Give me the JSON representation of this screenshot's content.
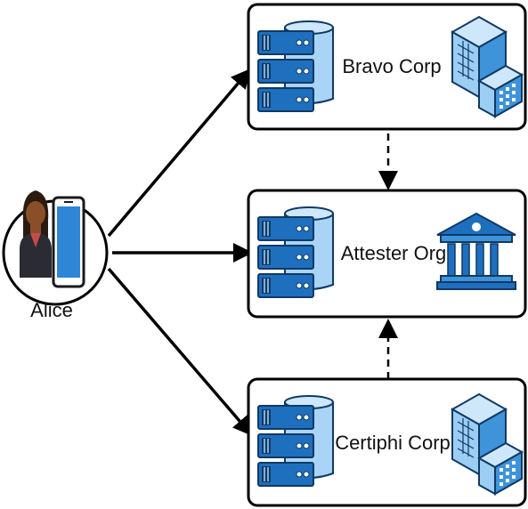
{
  "actor": {
    "name": "Alice"
  },
  "orgs": [
    {
      "id": "bravo",
      "label": "Bravo Corp",
      "building_icon": "office-building-icon"
    },
    {
      "id": "attester",
      "label": "Attester Org",
      "building_icon": "institution-icon"
    },
    {
      "id": "certiphi",
      "label": "Certiphi Corp",
      "building_icon": "office-building-icon"
    }
  ],
  "colors": {
    "line": "#000000",
    "server_blue": "#1f6fbf",
    "server_dark": "#0e3a66",
    "db_light": "#a9d4f5",
    "building_light": "#9ccdf2",
    "building_mid": "#3f93d9",
    "skin": "#8a4f2a",
    "hair": "#2a1a10",
    "phone": "#2f86d6"
  }
}
